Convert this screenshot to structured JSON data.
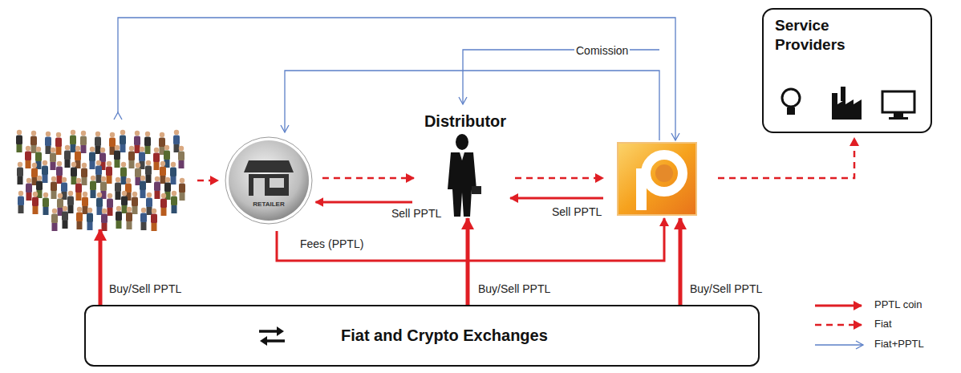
{
  "diagram": {
    "nodes": [
      {
        "text": [
          "RETAILER"
        ]
      },
      {
        "text": [
          "Distributor"
        ]
      },
      {
        "text": [
          "Service Providers"
        ]
      },
      {
        "text": [
          "Fiat and Crypto Exchanges"
        ]
      }
    ],
    "edges": [
      {
        "from": 1,
        "to": 0,
        "arrow": "to",
        "label": "Sell PPTL"
      },
      {
        "from": 0,
        "to": 1,
        "arrow": "to"
      },
      {
        "from": 3,
        "to": 1,
        "arrow": "to",
        "label": "Buy/Sell PPTL"
      }
    ],
    "labels": [
      "Comission",
      "Sell PPTL",
      "Fees (PPTL)",
      "Buy/Sell PPTL",
      "Buy/Sell PPTL"
    ],
    "legend": [
      {
        "text": "PPTL coin"
      },
      {
        "text": "Fiat"
      },
      {
        "text": "Fiat+PPTL"
      }
    ]
  }
}
